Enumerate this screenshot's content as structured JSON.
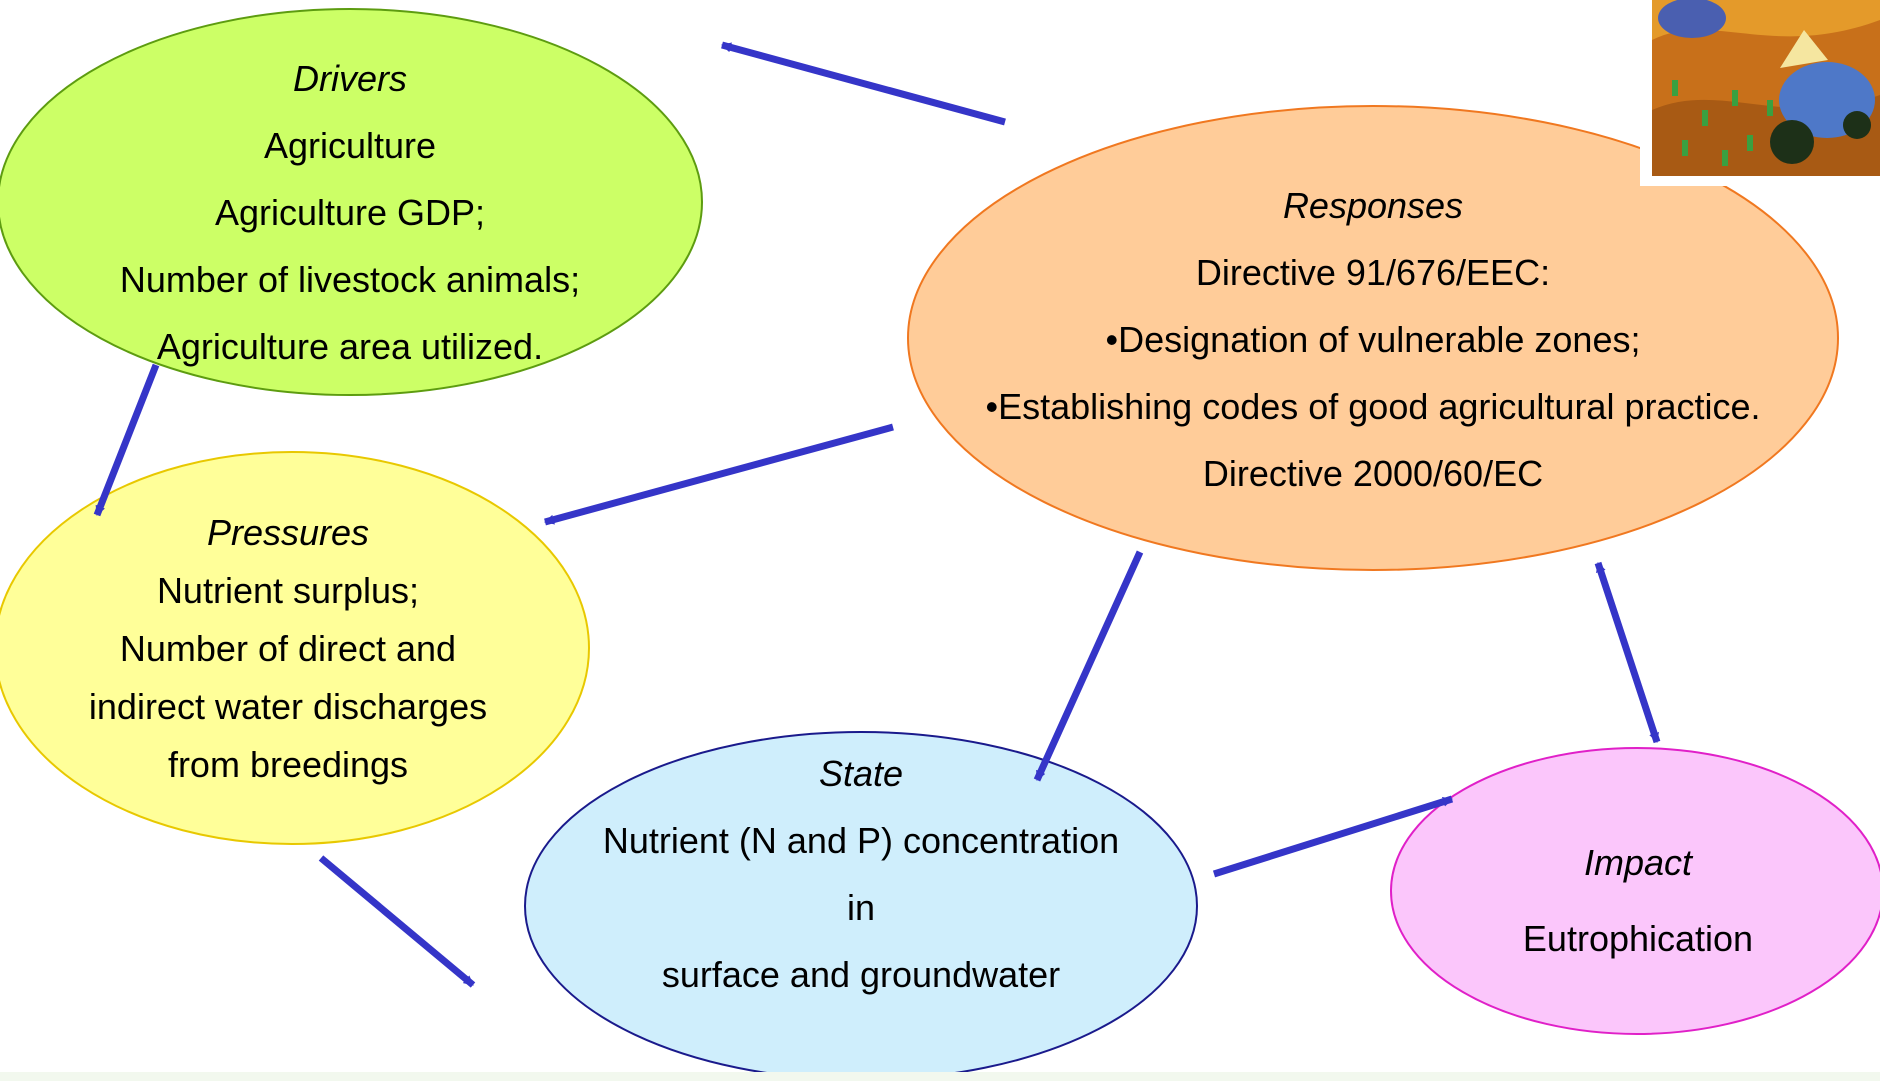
{
  "colors": {
    "arrow": "#3535c8",
    "drivers_fill": "#ccff66",
    "drivers_stroke": "#5d9c10",
    "responses_fill": "#ffcc99",
    "responses_stroke": "#f07820",
    "pressures_fill": "#ffff99",
    "pressures_stroke": "#e8c800",
    "state_fill": "#cfeefc",
    "state_stroke": "#1a1a8c",
    "impact_fill": "#fbc6fb",
    "impact_stroke": "#e020c8"
  },
  "drivers": {
    "title": "Drivers",
    "lines": [
      "Agriculture",
      "Agriculture GDP;",
      "Number of livestock animals;",
      "Agriculture area utilized."
    ]
  },
  "responses": {
    "title": "Responses",
    "lines": [
      "Directive 91/676/EEC:",
      "•Designation of vulnerable zones;",
      "•Establishing codes of good agricultural practice.",
      "Directive 2000/60/EC"
    ]
  },
  "pressures": {
    "title": "Pressures",
    "lines": [
      "Nutrient surplus;",
      "Number of direct and",
      "indirect water discharges",
      "from breedings"
    ]
  },
  "state": {
    "title": "State",
    "lines": [
      "Nutrient (N and P) concentration",
      "in",
      "surface and groundwater"
    ]
  },
  "impact": {
    "title": "Impact",
    "lines": [
      "Eutrophication"
    ]
  },
  "thumbnail_icon": "painted-fields-picture-icon"
}
